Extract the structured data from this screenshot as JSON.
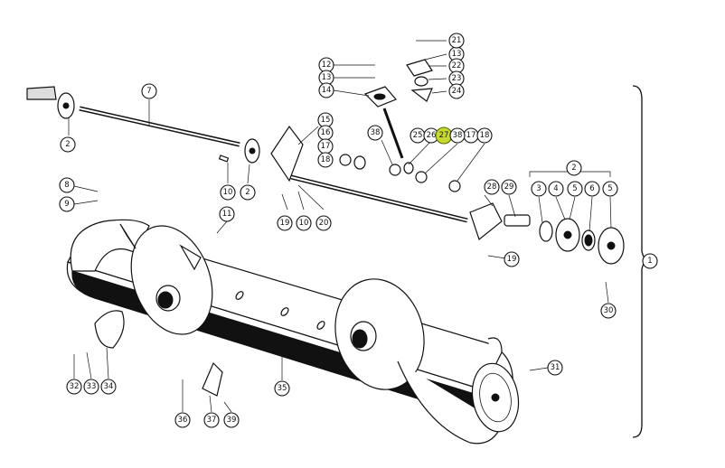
{
  "highlight_color": "#c8d832",
  "callouts": [
    {
      "id": "c-1",
      "label": "1"
    },
    {
      "id": "c-2a",
      "label": "2"
    },
    {
      "id": "c-2b",
      "label": "2"
    },
    {
      "id": "c-2c",
      "label": "2"
    },
    {
      "id": "c-3",
      "label": "3"
    },
    {
      "id": "c-4",
      "label": "4"
    },
    {
      "id": "c-5a",
      "label": "5"
    },
    {
      "id": "c-5b",
      "label": "5"
    },
    {
      "id": "c-6",
      "label": "6"
    },
    {
      "id": "c-7",
      "label": "7"
    },
    {
      "id": "c-8",
      "label": "8"
    },
    {
      "id": "c-9",
      "label": "9"
    },
    {
      "id": "c-10a",
      "label": "10"
    },
    {
      "id": "c-10b",
      "label": "10"
    },
    {
      "id": "c-11",
      "label": "11"
    },
    {
      "id": "c-12",
      "label": "12"
    },
    {
      "id": "c-13a",
      "label": "13"
    },
    {
      "id": "c-13b",
      "label": "13"
    },
    {
      "id": "c-14",
      "label": "14"
    },
    {
      "id": "c-15",
      "label": "15"
    },
    {
      "id": "c-16",
      "label": "16"
    },
    {
      "id": "c-17a",
      "label": "17"
    },
    {
      "id": "c-17b",
      "label": "17"
    },
    {
      "id": "c-18a",
      "label": "18"
    },
    {
      "id": "c-18b",
      "label": "18"
    },
    {
      "id": "c-19a",
      "label": "19"
    },
    {
      "id": "c-19b",
      "label": "19"
    },
    {
      "id": "c-20",
      "label": "20"
    },
    {
      "id": "c-21",
      "label": "21"
    },
    {
      "id": "c-22",
      "label": "22"
    },
    {
      "id": "c-23",
      "label": "23"
    },
    {
      "id": "c-24",
      "label": "24"
    },
    {
      "id": "c-25",
      "label": "25"
    },
    {
      "id": "c-26",
      "label": "26"
    },
    {
      "id": "c-27",
      "label": "27"
    },
    {
      "id": "c-28",
      "label": "28"
    },
    {
      "id": "c-29",
      "label": "29"
    },
    {
      "id": "c-30",
      "label": "30"
    },
    {
      "id": "c-31",
      "label": "31"
    },
    {
      "id": "c-32",
      "label": "32"
    },
    {
      "id": "c-33",
      "label": "33"
    },
    {
      "id": "c-34",
      "label": "34"
    },
    {
      "id": "c-35",
      "label": "35"
    },
    {
      "id": "c-36",
      "label": "36"
    },
    {
      "id": "c-37",
      "label": "37"
    },
    {
      "id": "c-38a",
      "label": "38"
    },
    {
      "id": "c-38b",
      "label": "38"
    },
    {
      "id": "c-39",
      "label": "39"
    }
  ]
}
